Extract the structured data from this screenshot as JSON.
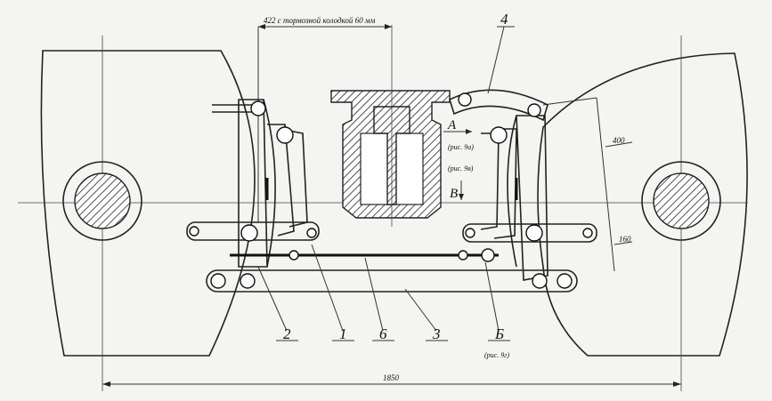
{
  "dimension_top": "422 с тормозной колодкой 60 мм",
  "dimension_bottom": "1850",
  "dimension_right_upper": "400",
  "dimension_right_lower": "160",
  "part_labels": {
    "p1": "1",
    "p2": "2",
    "p3": "3",
    "p4": "4",
    "p6": "6",
    "pB": "Б"
  },
  "view_labels": {
    "a": "А",
    "a_ref": "(рис. 9а)",
    "b_ref_top": "(рис. 9в)",
    "v": "В",
    "b_ref_bottom": "(рис. 9г)"
  }
}
